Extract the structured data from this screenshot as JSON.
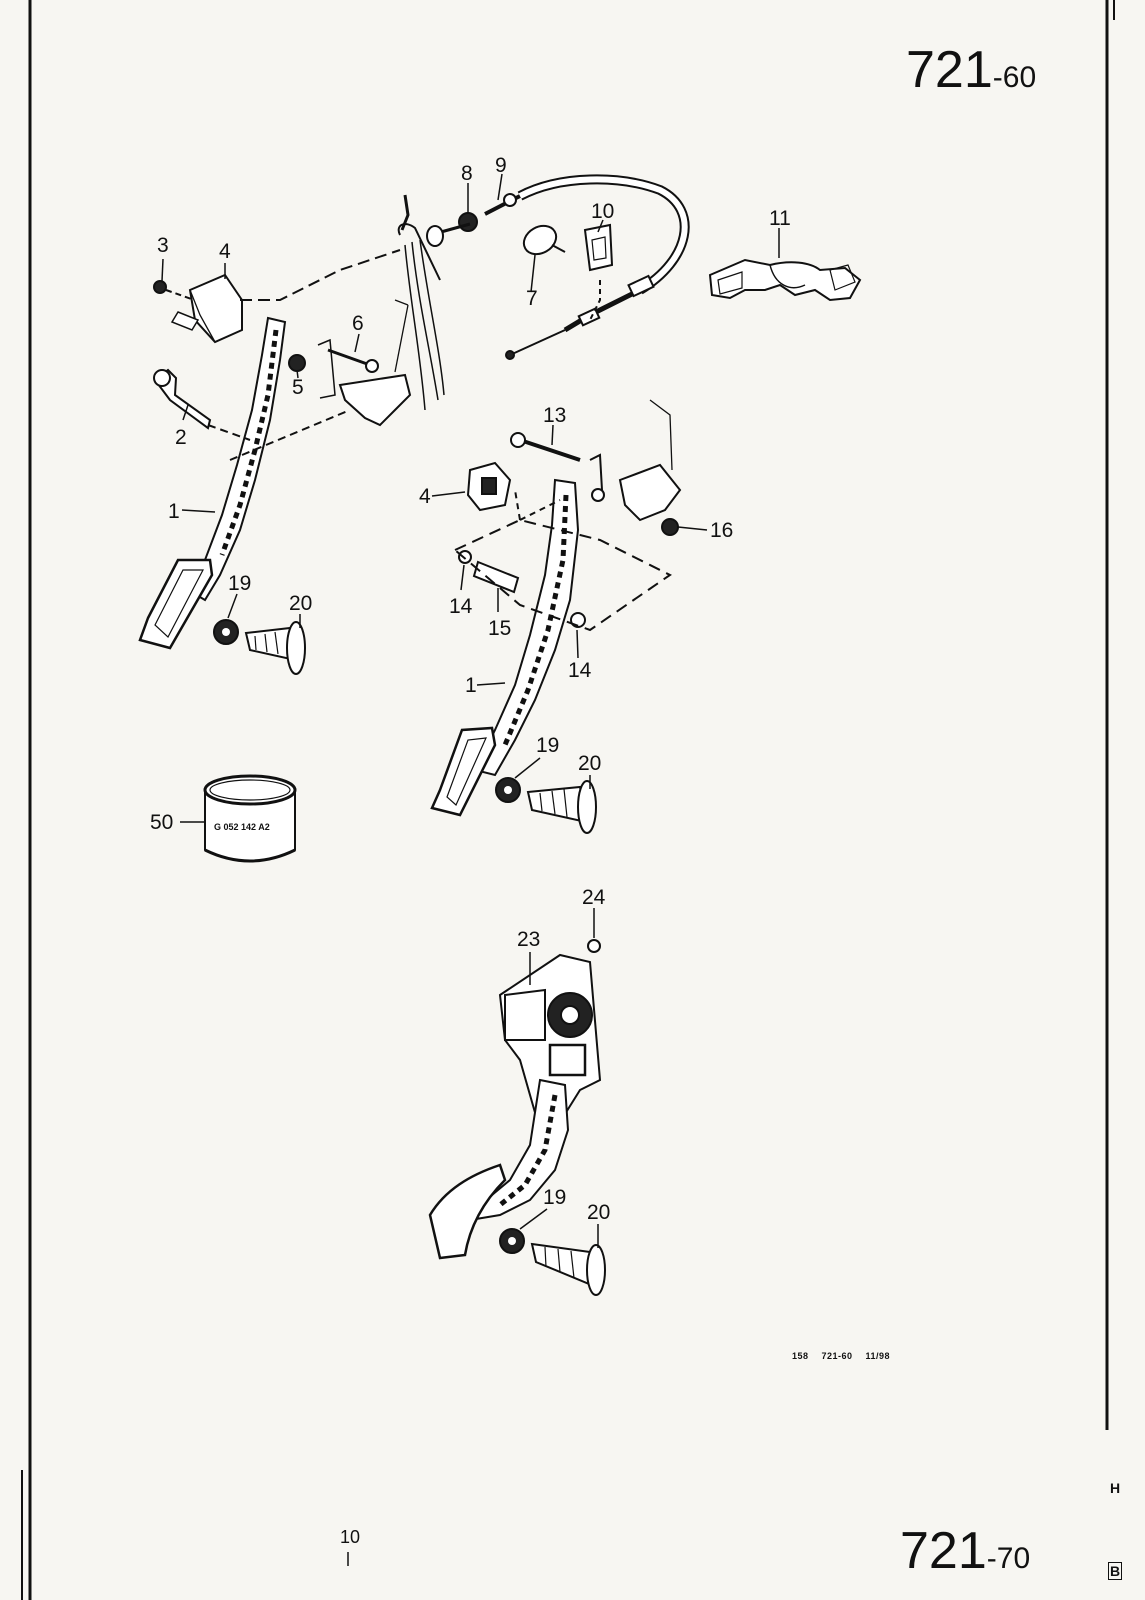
{
  "header": {
    "ref_main": "721",
    "ref_sub": "-60"
  },
  "footer": {
    "code": "158 721-60 11/98",
    "ref_main": "721",
    "ref_sub": "-70",
    "bottom_number": "10",
    "edge_h": "H",
    "edge_b": "B"
  },
  "inset": {
    "label": "G 052 142 A2"
  },
  "callouts": {
    "c1a": "1",
    "c2": "2",
    "c3": "3",
    "c4a": "4",
    "c5": "5",
    "c6": "6",
    "c7": "7",
    "c8": "8",
    "c9": "9",
    "c10": "10",
    "c11": "11",
    "c13": "13",
    "c4b": "4",
    "c16": "16",
    "c14a": "14",
    "c15": "15",
    "c14b": "14",
    "c1b": "1",
    "c19a": "19",
    "c20a": "20",
    "c19b": "19",
    "c20b": "20",
    "c24": "24",
    "c23": "23",
    "c19c": "19",
    "c20c": "20",
    "c50": "50"
  },
  "colors": {
    "paper": "#f7f6f2",
    "ink": "#111111",
    "fill_light": "#ffffff",
    "fill_dark": "#1a1a1a"
  }
}
